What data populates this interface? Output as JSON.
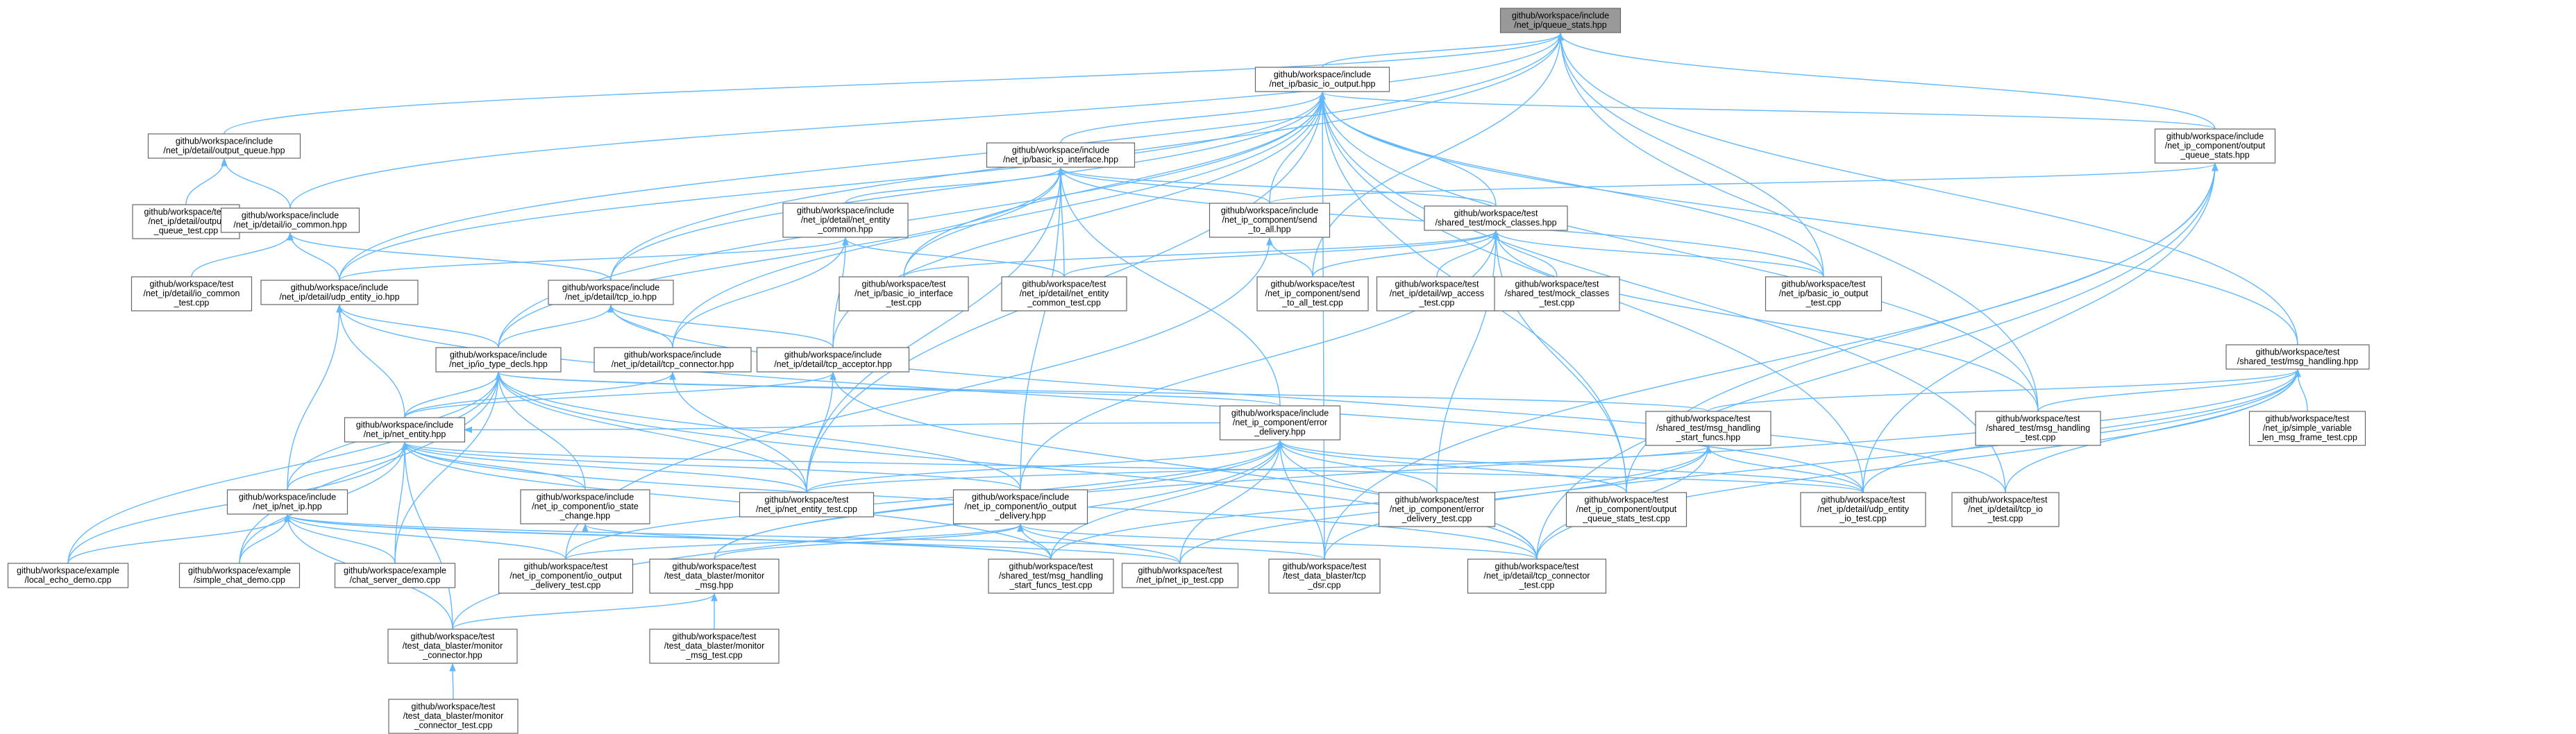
{
  "root_id": "queue_stats",
  "colors": {
    "edge": "#63b8ff",
    "root_fill": "#999999",
    "node_border": "#666666",
    "node_fill": "#ffffff"
  },
  "nodes": [
    {
      "id": "queue_stats",
      "lines": [
        "github/workspace/include",
        "/net_ip/queue_stats.hpp"
      ]
    },
    {
      "id": "basic_io_output",
      "lines": [
        "github/workspace/include",
        "/net_ip/basic_io_output.hpp"
      ]
    },
    {
      "id": "output_queue",
      "lines": [
        "github/workspace/include",
        "/net_ip/detail/output_queue.hpp"
      ]
    },
    {
      "id": "output_queue_stats",
      "lines": [
        "github/workspace/include",
        "/net_ip_component/output",
        "_queue_stats.hpp"
      ]
    },
    {
      "id": "basic_io_interface",
      "lines": [
        "github/workspace/include",
        "/net_ip/basic_io_interface.hpp"
      ]
    },
    {
      "id": "output_queue_test",
      "lines": [
        "github/workspace/test",
        "/net_ip/detail/output",
        "_queue_test.cpp"
      ]
    },
    {
      "id": "io_common",
      "lines": [
        "github/workspace/include",
        "/net_ip/detail/io_common.hpp"
      ]
    },
    {
      "id": "net_entity_common",
      "lines": [
        "github/workspace/include",
        "/net_ip/detail/net_entity",
        "_common.hpp"
      ]
    },
    {
      "id": "send_to_all",
      "lines": [
        "github/workspace/include",
        "/net_ip_component/send",
        "_to_all.hpp"
      ]
    },
    {
      "id": "mock_classes",
      "lines": [
        "github/workspace/test",
        "/shared_test/mock_classes.hpp"
      ]
    },
    {
      "id": "io_common_test",
      "lines": [
        "github/workspace/test",
        "/net_ip/detail/io_common",
        "_test.cpp"
      ]
    },
    {
      "id": "udp_entity_io",
      "lines": [
        "github/workspace/include",
        "/net_ip/detail/udp_entity_io.hpp"
      ]
    },
    {
      "id": "tcp_io",
      "lines": [
        "github/workspace/include",
        "/net_ip/detail/tcp_io.hpp"
      ]
    },
    {
      "id": "basic_io_interface_test",
      "lines": [
        "github/workspace/test",
        "/net_ip/basic_io_interface",
        "_test.cpp"
      ]
    },
    {
      "id": "net_entity_common_test",
      "lines": [
        "github/workspace/test",
        "/net_ip/detail/net_entity",
        "_common_test.cpp"
      ]
    },
    {
      "id": "send_to_all_test",
      "lines": [
        "github/workspace/test",
        "/net_ip_component/send",
        "_to_all_test.cpp"
      ]
    },
    {
      "id": "wp_access_test",
      "lines": [
        "github/workspace/test",
        "/net_ip/detail/wp_access",
        "_test.cpp"
      ]
    },
    {
      "id": "mock_classes_test",
      "lines": [
        "github/workspace/test",
        "/shared_test/mock_classes",
        "_test.cpp"
      ]
    },
    {
      "id": "basic_io_output_test",
      "lines": [
        "github/workspace/test",
        "/net_ip/basic_io_output",
        "_test.cpp"
      ]
    },
    {
      "id": "io_type_decls",
      "lines": [
        "github/workspace/include",
        "/net_ip/io_type_decls.hpp"
      ]
    },
    {
      "id": "tcp_connector",
      "lines": [
        "github/workspace/include",
        "/net_ip/detail/tcp_connector.hpp"
      ]
    },
    {
      "id": "tcp_acceptor",
      "lines": [
        "github/workspace/include",
        "/net_ip/detail/tcp_acceptor.hpp"
      ]
    },
    {
      "id": "msg_handling",
      "lines": [
        "github/workspace/test",
        "/shared_test/msg_handling.hpp"
      ]
    },
    {
      "id": "net_entity",
      "lines": [
        "github/workspace/include",
        "/net_ip/net_entity.hpp"
      ]
    },
    {
      "id": "error_delivery",
      "lines": [
        "github/workspace/include",
        "/net_ip_component/error",
        "_delivery.hpp"
      ]
    },
    {
      "id": "msg_handling_start_funcs",
      "lines": [
        "github/workspace/test",
        "/shared_test/msg_handling",
        "_start_funcs.hpp"
      ]
    },
    {
      "id": "msg_handling_test",
      "lines": [
        "github/workspace/test",
        "/shared_test/msg_handling",
        "_test.cpp"
      ]
    },
    {
      "id": "simple_variable_len",
      "lines": [
        "github/workspace/test",
        "/net_ip/simple_variable",
        "_len_msg_frame_test.cpp"
      ]
    },
    {
      "id": "net_ip",
      "lines": [
        "github/workspace/include",
        "/net_ip/net_ip.hpp"
      ]
    },
    {
      "id": "io_state_change",
      "lines": [
        "github/workspace/include",
        "/net_ip_component/io_state",
        "_change.hpp"
      ]
    },
    {
      "id": "net_entity_test",
      "lines": [
        "github/workspace/test",
        "/net_ip/net_entity_test.cpp"
      ]
    },
    {
      "id": "io_output_delivery",
      "lines": [
        "github/workspace/include",
        "/net_ip_component/io_output",
        "_delivery.hpp"
      ]
    },
    {
      "id": "error_delivery_test",
      "lines": [
        "github/workspace/test",
        "/net_ip_component/error",
        "_delivery_test.cpp"
      ]
    },
    {
      "id": "output_queue_stats_test",
      "lines": [
        "github/workspace/test",
        "/net_ip_component/output",
        "_queue_stats_test.cpp"
      ]
    },
    {
      "id": "udp_entity_io_test",
      "lines": [
        "github/workspace/test",
        "/net_ip/detail/udp_entity",
        "_io_test.cpp"
      ]
    },
    {
      "id": "tcp_io_test",
      "lines": [
        "github/workspace/test",
        "/net_ip/detail/tcp_io",
        "_test.cpp"
      ]
    },
    {
      "id": "local_echo_demo",
      "lines": [
        "github/workspace/example",
        "/local_echo_demo.cpp"
      ]
    },
    {
      "id": "simple_chat_demo",
      "lines": [
        "github/workspace/example",
        "/simple_chat_demo.cpp"
      ]
    },
    {
      "id": "chat_server_demo",
      "lines": [
        "github/workspace/example",
        "/chat_server_demo.cpp"
      ]
    },
    {
      "id": "io_output_delivery_test",
      "lines": [
        "github/workspace/test",
        "/net_ip_component/io_output",
        "_delivery_test.cpp"
      ]
    },
    {
      "id": "monitor_msg",
      "lines": [
        "github/workspace/test",
        "/test_data_blaster/monitor",
        "_msg.hpp"
      ]
    },
    {
      "id": "msg_handling_start_funcs_test",
      "lines": [
        "github/workspace/test",
        "/shared_test/msg_handling",
        "_start_funcs_test.cpp"
      ]
    },
    {
      "id": "net_ip_test",
      "lines": [
        "github/workspace/test",
        "/net_ip/net_ip_test.cpp"
      ]
    },
    {
      "id": "tcp_dsr",
      "lines": [
        "github/workspace/test",
        "/test_data_blaster/tcp",
        "_dsr.cpp"
      ]
    },
    {
      "id": "tcp_connector_test",
      "lines": [
        "github/workspace/test",
        "/net_ip/detail/tcp_connector",
        "_test.cpp"
      ]
    },
    {
      "id": "monitor_connector",
      "lines": [
        "github/workspace/test",
        "/test_data_blaster/monitor",
        "_connector.hpp"
      ]
    },
    {
      "id": "monitor_msg_test",
      "lines": [
        "github/workspace/test",
        "/test_data_blaster/monitor",
        "_msg_test.cpp"
      ]
    },
    {
      "id": "monitor_connector_test",
      "lines": [
        "github/workspace/test",
        "/test_data_blaster/monitor",
        "_connector_test.cpp"
      ]
    }
  ],
  "edges": [
    [
      "output_queue",
      "queue_stats"
    ],
    [
      "output_queue_stats",
      "queue_stats"
    ],
    [
      "basic_io_output",
      "queue_stats"
    ],
    [
      "io_common",
      "queue_stats"
    ],
    [
      "udp_entity_io",
      "queue_stats"
    ],
    [
      "tcp_io",
      "queue_stats"
    ],
    [
      "basic_io_output_test",
      "queue_stats"
    ],
    [
      "msg_handling",
      "queue_stats"
    ],
    [
      "msg_handling_test",
      "queue_stats"
    ],
    [
      "send_to_all_test",
      "queue_stats"
    ],
    [
      "output_queue_test",
      "output_queue"
    ],
    [
      "io_common",
      "output_queue"
    ],
    [
      "io_common_test",
      "io_common"
    ],
    [
      "udp_entity_io",
      "io_common"
    ],
    [
      "tcp_io",
      "io_common"
    ],
    [
      "basic_io_interface",
      "basic_io_output"
    ],
    [
      "output_queue_stats",
      "basic_io_output"
    ],
    [
      "send_to_all",
      "basic_io_output"
    ],
    [
      "mock_classes",
      "basic_io_output"
    ],
    [
      "msg_handling",
      "basic_io_output"
    ],
    [
      "udp_entity_io",
      "basic_io_output"
    ],
    [
      "tcp_io",
      "basic_io_output"
    ],
    [
      "io_type_decls",
      "basic_io_output"
    ],
    [
      "basic_io_interface_test",
      "basic_io_output"
    ],
    [
      "basic_io_output_test",
      "basic_io_output"
    ],
    [
      "tcp_connector",
      "basic_io_output"
    ],
    [
      "tcp_acceptor",
      "basic_io_output"
    ],
    [
      "net_entity_test",
      "basic_io_output"
    ],
    [
      "msg_handling_test",
      "basic_io_output"
    ],
    [
      "output_queue_stats_test",
      "basic_io_output"
    ],
    [
      "udp_entity_io_test",
      "basic_io_output"
    ],
    [
      "tcp_io_test",
      "basic_io_output"
    ],
    [
      "tcp_dsr",
      "basic_io_output"
    ],
    [
      "net_entity_common",
      "basic_io_interface"
    ],
    [
      "send_to_all",
      "basic_io_interface"
    ],
    [
      "mock_classes",
      "basic_io_interface"
    ],
    [
      "io_type_decls",
      "basic_io_interface"
    ],
    [
      "basic_io_interface_test",
      "basic_io_interface"
    ],
    [
      "net_entity_common_test",
      "basic_io_interface"
    ],
    [
      "basic_io_output_test",
      "basic_io_interface"
    ],
    [
      "error_delivery",
      "basic_io_interface"
    ],
    [
      "io_output_delivery",
      "basic_io_interface"
    ],
    [
      "net_entity_test",
      "basic_io_interface"
    ],
    [
      "send_to_all",
      "output_queue_stats"
    ],
    [
      "output_queue_stats_test",
      "output_queue_stats"
    ],
    [
      "tcp_dsr",
      "output_queue_stats"
    ],
    [
      "tcp_connector_test",
      "output_queue_stats"
    ],
    [
      "udp_entity_io_test",
      "output_queue_stats"
    ],
    [
      "udp_entity_io",
      "net_entity_common"
    ],
    [
      "tcp_connector",
      "net_entity_common"
    ],
    [
      "tcp_acceptor",
      "net_entity_common"
    ],
    [
      "net_entity_common_test",
      "net_entity_common"
    ],
    [
      "send_to_all_test",
      "send_to_all"
    ],
    [
      "io_output_delivery_test",
      "send_to_all"
    ],
    [
      "basic_io_interface_test",
      "mock_classes"
    ],
    [
      "net_entity_common_test",
      "mock_classes"
    ],
    [
      "send_to_all_test",
      "mock_classes"
    ],
    [
      "wp_access_test",
      "mock_classes"
    ],
    [
      "mock_classes_test",
      "mock_classes"
    ],
    [
      "basic_io_output_test",
      "mock_classes"
    ],
    [
      "error_delivery_test",
      "mock_classes"
    ],
    [
      "output_queue_stats_test",
      "mock_classes"
    ],
    [
      "msg_handling_test",
      "mock_classes"
    ],
    [
      "io_output_delivery",
      "mock_classes"
    ],
    [
      "io_type_decls",
      "udp_entity_io"
    ],
    [
      "net_entity",
      "udp_entity_io"
    ],
    [
      "net_ip",
      "udp_entity_io"
    ],
    [
      "udp_entity_io_test",
      "udp_entity_io"
    ],
    [
      "io_type_decls",
      "tcp_io"
    ],
    [
      "tcp_connector",
      "tcp_io"
    ],
    [
      "tcp_acceptor",
      "tcp_io"
    ],
    [
      "tcp_io_test",
      "tcp_io"
    ],
    [
      "net_entity",
      "io_type_decls"
    ],
    [
      "net_ip",
      "io_type_decls"
    ],
    [
      "net_entity_test",
      "io_type_decls"
    ],
    [
      "io_state_change",
      "io_type_decls"
    ],
    [
      "io_output_delivery",
      "io_type_decls"
    ],
    [
      "error_delivery",
      "io_type_decls"
    ],
    [
      "local_echo_demo",
      "io_type_decls"
    ],
    [
      "simple_chat_demo",
      "io_type_decls"
    ],
    [
      "chat_server_demo",
      "io_type_decls"
    ],
    [
      "msg_handling_start_funcs",
      "io_type_decls"
    ],
    [
      "tcp_connector_test",
      "io_type_decls"
    ],
    [
      "net_entity",
      "tcp_connector"
    ],
    [
      "net_entity_test",
      "tcp_connector"
    ],
    [
      "net_entity",
      "tcp_acceptor"
    ],
    [
      "net_entity_test",
      "tcp_acceptor"
    ],
    [
      "tcp_connector_test",
      "tcp_acceptor"
    ],
    [
      "net_ip",
      "net_entity"
    ],
    [
      "net_entity_test",
      "net_entity"
    ],
    [
      "io_state_change",
      "net_entity"
    ],
    [
      "io_output_delivery",
      "net_entity"
    ],
    [
      "error_delivery",
      "net_entity"
    ],
    [
      "local_echo_demo",
      "net_entity"
    ],
    [
      "simple_chat_demo",
      "net_entity"
    ],
    [
      "chat_server_demo",
      "net_entity"
    ],
    [
      "monitor_connector",
      "net_entity"
    ],
    [
      "msg_handling_start_funcs_test",
      "net_entity"
    ],
    [
      "tcp_connector_test",
      "net_entity"
    ],
    [
      "udp_entity_io_test",
      "net_entity"
    ],
    [
      "local_echo_demo",
      "net_ip"
    ],
    [
      "simple_chat_demo",
      "net_ip"
    ],
    [
      "chat_server_demo",
      "net_ip"
    ],
    [
      "monitor_connector",
      "net_ip"
    ],
    [
      "tcp_dsr",
      "net_ip"
    ],
    [
      "net_ip_test",
      "net_ip"
    ],
    [
      "io_output_delivery_test",
      "net_ip"
    ],
    [
      "msg_handling_start_funcs_test",
      "net_ip"
    ],
    [
      "msg_handling_start_funcs",
      "msg_handling"
    ],
    [
      "msg_handling_test",
      "msg_handling"
    ],
    [
      "simple_variable_len",
      "msg_handling"
    ],
    [
      "tcp_connector_test",
      "msg_handling"
    ],
    [
      "udp_entity_io_test",
      "msg_handling"
    ],
    [
      "tcp_io_test",
      "msg_handling"
    ],
    [
      "tcp_dsr",
      "msg_handling"
    ],
    [
      "monitor_msg",
      "msg_handling"
    ],
    [
      "net_entity_test",
      "msg_handling_start_funcs"
    ],
    [
      "udp_entity_io_test",
      "msg_handling_start_funcs"
    ],
    [
      "tcp_connector_test",
      "msg_handling_start_funcs"
    ],
    [
      "msg_handling_start_funcs_test",
      "msg_handling_start_funcs"
    ],
    [
      "net_ip_test",
      "msg_handling_start_funcs"
    ],
    [
      "net_entity_test",
      "error_delivery"
    ],
    [
      "error_delivery_test",
      "error_delivery"
    ],
    [
      "output_queue_stats_test",
      "error_delivery"
    ],
    [
      "io_output_delivery_test",
      "error_delivery"
    ],
    [
      "monitor_msg",
      "error_delivery"
    ],
    [
      "msg_handling_start_funcs_test",
      "error_delivery"
    ],
    [
      "net_ip_test",
      "error_delivery"
    ],
    [
      "tcp_dsr",
      "error_delivery"
    ],
    [
      "tcp_connector_test",
      "error_delivery"
    ],
    [
      "monitor_connector",
      "error_delivery"
    ],
    [
      "udp_entity_io_test",
      "error_delivery"
    ],
    [
      "io_output_delivery_test",
      "io_output_delivery"
    ],
    [
      "msg_handling_start_funcs_test",
      "io_output_delivery"
    ],
    [
      "net_ip_test",
      "io_output_delivery"
    ],
    [
      "tcp_connector_test",
      "io_output_delivery"
    ],
    [
      "monitor_msg",
      "io_output_delivery"
    ],
    [
      "msg_handling_start_funcs_test",
      "io_state_change"
    ],
    [
      "monitor_connector",
      "monitor_msg"
    ],
    [
      "monitor_msg_test",
      "monitor_msg"
    ],
    [
      "monitor_connector_test",
      "monitor_connector"
    ]
  ]
}
